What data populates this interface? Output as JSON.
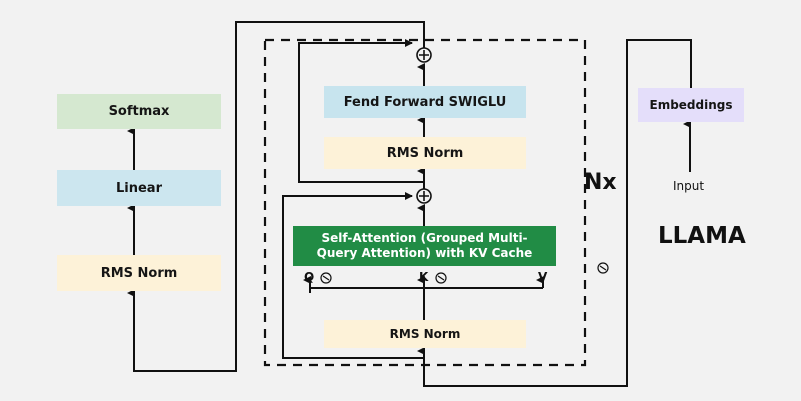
{
  "diagram": {
    "title": "LLAMA",
    "repeat_label": "Nx",
    "input_label": "Input",
    "left_stack": {
      "softmax": "Softmax",
      "linear": "Linear",
      "rms_norm": "RMS Norm"
    },
    "decoder_block": {
      "feed_forward": "Fend Forward SWIGLU",
      "rms_norm_top": "RMS Norm",
      "self_attention": "Self-Attention (Grouped Multi-Query Attention) with KV Cache",
      "rms_norm_bottom": "RMS Norm",
      "q_label": "Q",
      "k_label": "K",
      "v_label": "V",
      "residual_add_symbol": "+"
    },
    "embeddings": "Embeddings",
    "colors": {
      "softmax": "#d5e8d0",
      "linear": "#cce6ef",
      "rms_norm": "#fdf2d8",
      "feed_forward": "#c7e4ee",
      "attention": "#218c45",
      "embeddings": "#e4defa"
    }
  }
}
